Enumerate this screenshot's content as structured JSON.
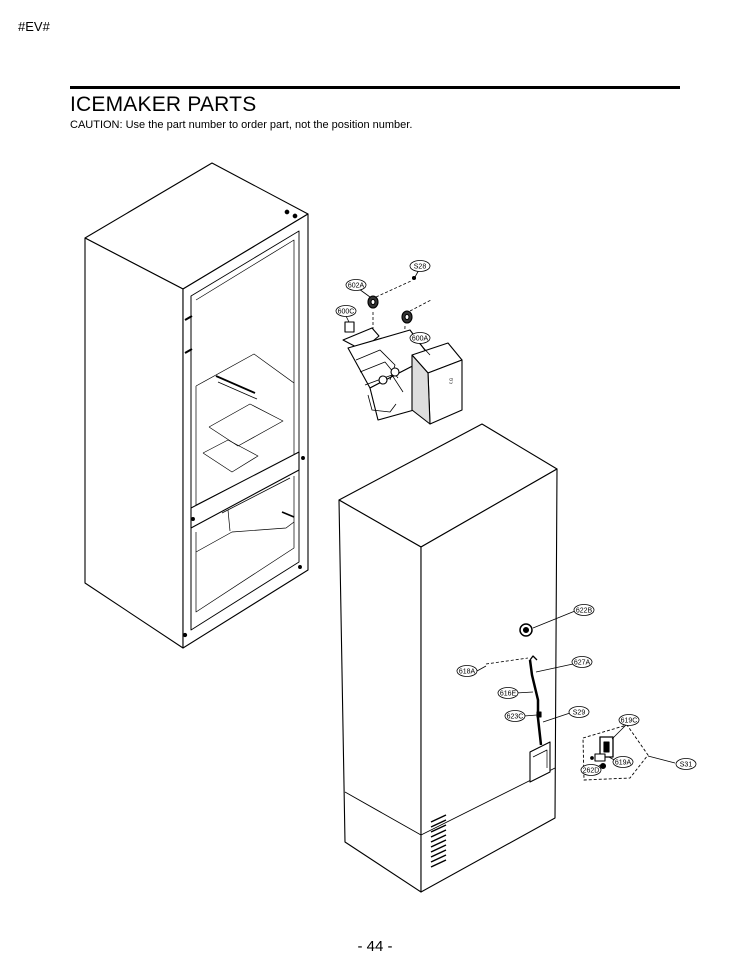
{
  "header": {
    "code": "#EV#"
  },
  "title": "ICEMAKER PARTS",
  "caution": "CAUTION: Use the part number to order part, not the position number.",
  "callouts": {
    "s28": "S28",
    "p602a": "602A",
    "p600c": "600C",
    "p600a": "600A",
    "p622b": "622B",
    "p618a": "618A",
    "p627a": "627A",
    "p616e": "616E",
    "p623c": "623C",
    "s29": "S29",
    "p619c": "619C",
    "p262d": "262D",
    "p619a": "619A",
    "s31": "S31"
  },
  "footer": {
    "page_number": "- 44 -"
  }
}
